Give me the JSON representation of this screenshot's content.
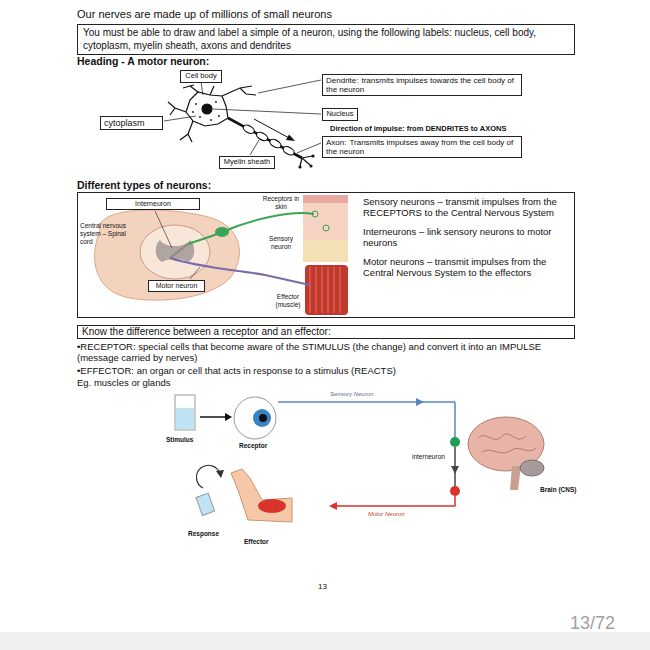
{
  "diagram": {
    "title": "Our nerves are made up of millions of small neurons",
    "nodes": [
      {
        "text": [
          "You must be able to draw and label a simple of a neuron, using the following labels: nucleus, cell body, cytoplasm, myelin sheath, axons and dendrites"
        ]
      },
      {
        "text": [
          "Cell body"
        ]
      },
      {
        "text": [
          "Dendrite:",
          "transmits impulses towards the cell body of the neuron"
        ]
      },
      {
        "text": [
          "Nucleus"
        ]
      },
      {
        "text": [
          "cytoplasm"
        ]
      },
      {
        "text": [
          "Axon:",
          "Transmits impulses away from the cell body of the neuron"
        ]
      },
      {
        "text": [
          "Myelin sheath"
        ]
      },
      {
        "text": [
          "Sensory neurons – transmit impulses from the RECEPTORS to the Central Nervous System",
          "Interneurons – link sensory neurons to motor neurons",
          "Motor neurons – transmit impulses from the Central Nervous System to the effectors"
        ]
      },
      {
        "text": [
          "Interneuron"
        ],
        "in": 7
      },
      {
        "text": [
          "Motor neuron"
        ],
        "in": 7
      },
      {
        "text": [
          "Know the difference between a receptor and an effector:"
        ]
      }
    ],
    "labels": [
      "Heading - A motor neuron:",
      "Direction of impulse: from DENDRITES to AXONS",
      "Different types of neurons:",
      "Receptors in skin",
      "Central nervous system – Spinal cord",
      "Sensory neuron",
      "Effector (muscle)",
      "•RECEPTOR: special cells that become aware of the STIMULUS (the change) and convert it into an IMPULSE (message carried by nerves)",
      "•EFFECTOR: an organ or cell that acts in response to a stimulus (REACTS)",
      "Eg. muscles or glands",
      "Sensory Neuron",
      "Stimulus",
      "Receptor",
      "interneuron",
      "Brain (CNS)",
      "Motor Neuron",
      "Response",
      "Effector",
      "13",
      "13/72"
    ]
  }
}
